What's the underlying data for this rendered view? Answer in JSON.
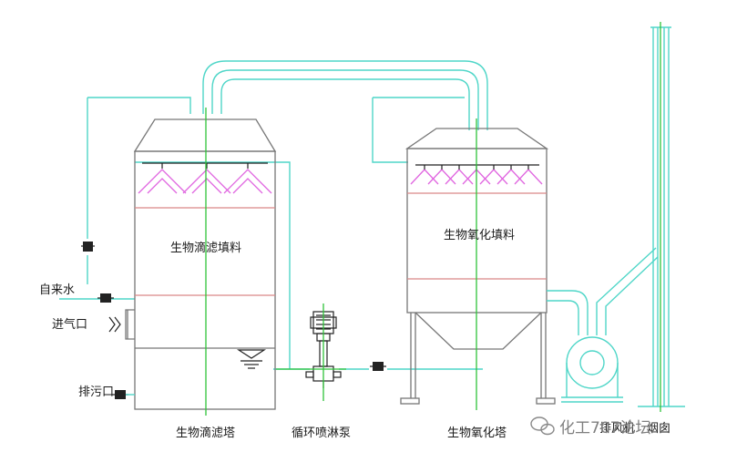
{
  "labels": {
    "packing_left": "生物滴滤填料",
    "packing_right": "生物氧化填料",
    "tap_water": "自来水",
    "air_inlet": "进气口",
    "drain": "排污口",
    "tower_left": "生物滴滤塔",
    "pump": "循环喷淋泵",
    "tower_right": "生物氧化塔",
    "fan": "排风机",
    "chimney": "烟囱"
  },
  "watermark": {
    "text": "化工707论坛",
    "icon": "wechat-icon"
  },
  "colors": {
    "outline": "#777777",
    "pipe": "#4fd6c8",
    "centerline": "#2fc23a",
    "spray": "#e066e0",
    "packing_line": "#d98787"
  }
}
